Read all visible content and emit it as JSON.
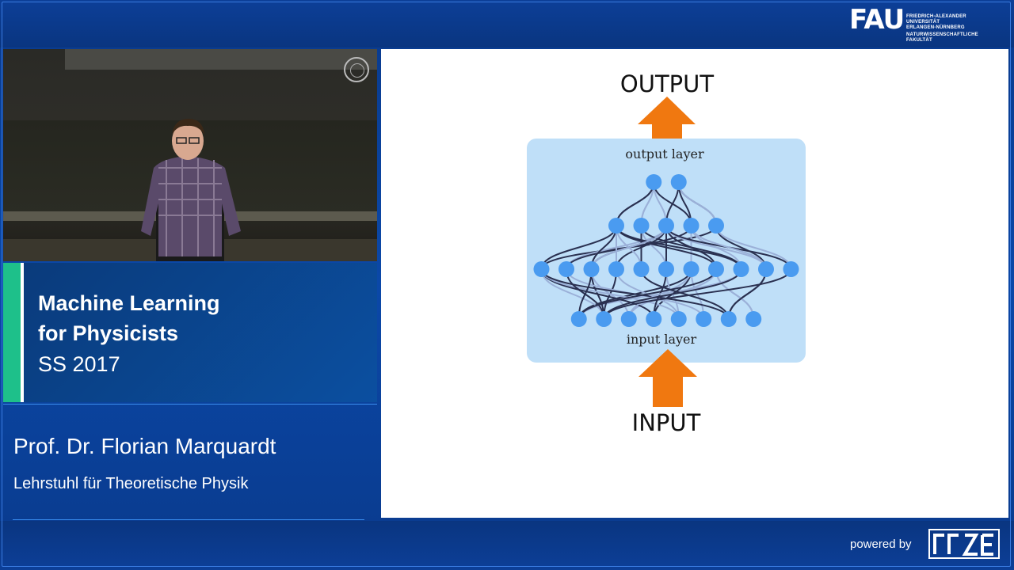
{
  "header": {
    "logo": {
      "mark": "FAU",
      "line1": "FRIEDRICH-ALEXANDER",
      "line2": "UNIVERSITÄT",
      "line3": "ERLANGEN-NÜRNBERG",
      "line4": "NATURWISSENSCHAFTLICHE",
      "line5": "FAKULTÄT"
    }
  },
  "course": {
    "title_line1": "Machine Learning",
    "title_line2": "for Physicists",
    "term": "SS 2017"
  },
  "lecturer": {
    "name": "Prof. Dr. Florian Marquardt",
    "chair": "Lehrstuhl für Theoretische Physik"
  },
  "slide": {
    "output_label": "OUTPUT",
    "output_layer_label": "output layer",
    "input_layer_label": "input layer",
    "input_label": "INPUT",
    "colors": {
      "panel": "#bfdff8",
      "node": "#4a9bf0",
      "arrow": "#f07810",
      "edge_light": "#9bb0d8",
      "edge_dark": "#2a3050"
    },
    "network": {
      "layer_sizes": [
        2,
        5,
        11,
        8
      ]
    }
  },
  "footer": {
    "powered_by": "powered by",
    "sponsor_logo": "RRZE"
  }
}
